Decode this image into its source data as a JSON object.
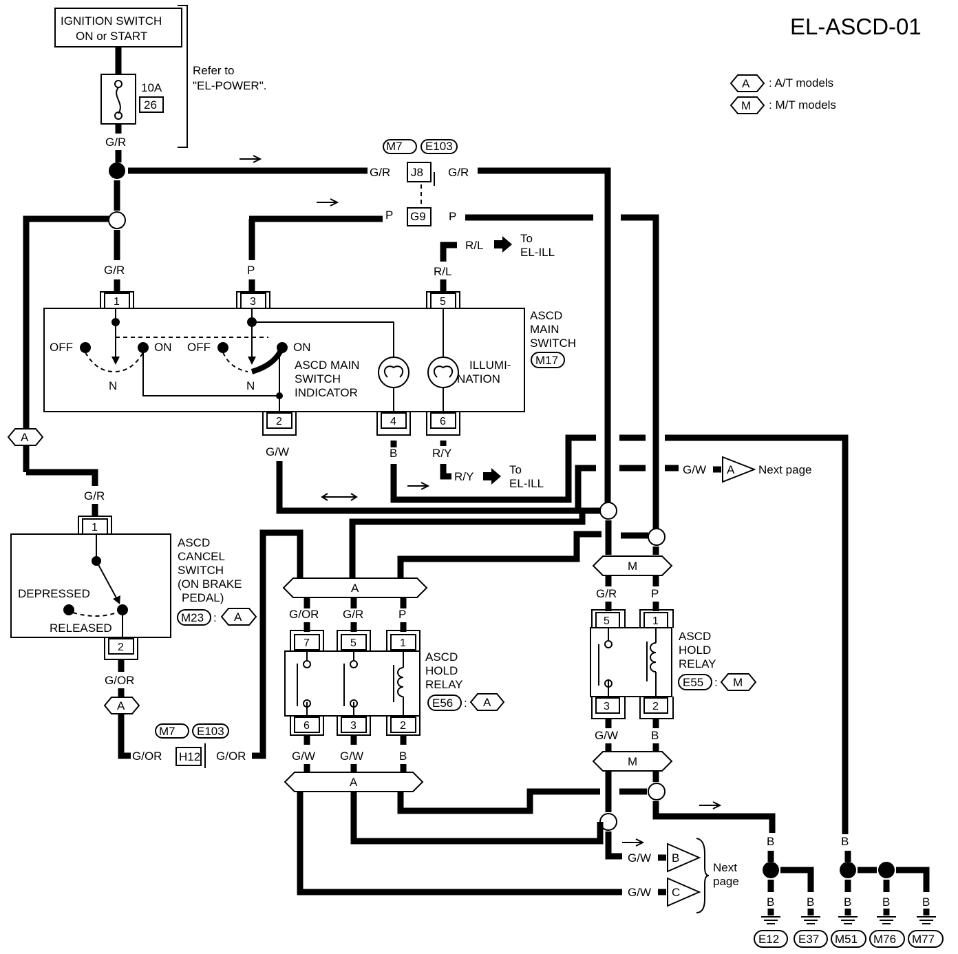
{
  "title": "EL-ASCD-01",
  "legend": [
    {
      "symbol": "A",
      "text": ": A/T models"
    },
    {
      "symbol": "M",
      "text": ": M/T models"
    }
  ],
  "power": {
    "switch_line1": "IGNITION SWITCH",
    "switch_line2": "ON or START",
    "fuse_rating": "10A",
    "fuse_number": "26",
    "refer_line1": "Refer to",
    "refer_line2": "\"EL-POWER\"."
  },
  "wires": {
    "gr": "G/R",
    "p": "P",
    "rl": "R/L",
    "ry": "R/Y",
    "gw": "G/W",
    "b": "B",
    "gor": "G/OR"
  },
  "connectors": {
    "m7": "M7",
    "e103": "E103",
    "j8": "J8",
    "g9": "G9",
    "h12": "H12",
    "m17": "M17",
    "m23": "M23",
    "e56": "E56",
    "e55": "E55",
    "grounds": [
      "E12",
      "E37",
      "M51",
      "M76",
      "M77"
    ]
  },
  "main_switch": {
    "name_line1": "ASCD",
    "name_line2": "MAIN",
    "name_line3": "SWITCH",
    "pins": [
      "1",
      "3",
      "5",
      "2",
      "4",
      "6"
    ],
    "off": "OFF",
    "on": "ON",
    "n": "N",
    "indicator_line1": "ASCD MAIN",
    "indicator_line2": "SWITCH",
    "indicator_line3": "INDICATOR",
    "illum_line1": "ILLUMI-",
    "illum_line2": "NATION"
  },
  "cancel_switch": {
    "line1": "ASCD",
    "line2": "CANCEL",
    "line3": "SWITCH",
    "line4": "(ON BRAKE",
    "line5": "PEDAL)",
    "depressed": "DEPRESSED",
    "released": "RELEASED",
    "pin1": "1",
    "pin2": "2"
  },
  "hold_relay": {
    "line1": "ASCD",
    "line2": "HOLD",
    "line3": "RELAY",
    "at_pins": [
      "7",
      "5",
      "1",
      "6",
      "3",
      "2"
    ],
    "mt_pins": [
      "5",
      "1",
      "3",
      "2"
    ]
  },
  "offpage": {
    "to": "To",
    "el_ill": "EL-ILL",
    "next": "Next page",
    "next_l1": "Next",
    "next_l2": "page",
    "a": "A",
    "b": "B",
    "c": "C",
    "m": "M",
    "colon": ":"
  }
}
